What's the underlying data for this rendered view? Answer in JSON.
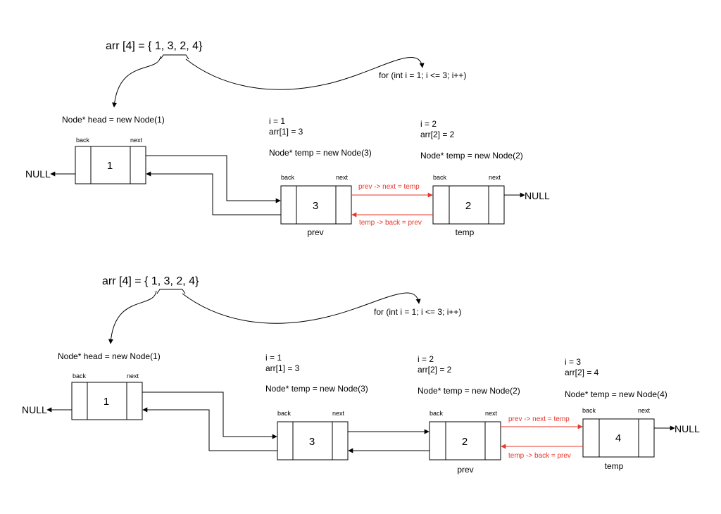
{
  "diagrams": [
    {
      "array_decl": "arr [4] = { 1, 3, 2, 4}",
      "loop_text": "for (int i = 1; i <= 3; i++)",
      "head_text": "Node* head = new Node(1)",
      "null_left": "NULL",
      "null_right": "NULL",
      "nodes": [
        {
          "value": "1",
          "back": "back",
          "next": "next",
          "caption": ""
        },
        {
          "value": "3",
          "back": "back",
          "next": "next",
          "caption": "prev"
        },
        {
          "value": "2",
          "back": "back",
          "next": "next",
          "caption": "temp"
        }
      ],
      "steps": [
        {
          "i": "i = 1",
          "arr": "arr[1] = 3",
          "temp": "Node* temp = new Node(3)"
        },
        {
          "i": "i = 2",
          "arr": "arr[2] = 2",
          "temp": "Node* temp = new Node(2)"
        }
      ],
      "red_next": "prev -> next = temp",
      "red_back": "temp -> back = prev"
    },
    {
      "array_decl": "arr [4] = { 1, 3, 2, 4}",
      "loop_text": "for (int i = 1; i <= 3; i++)",
      "head_text": "Node* head = new Node(1)",
      "null_left": "NULL",
      "null_right": "NULL",
      "nodes": [
        {
          "value": "1",
          "back": "back",
          "next": "next",
          "caption": ""
        },
        {
          "value": "3",
          "back": "back",
          "next": "next",
          "caption": ""
        },
        {
          "value": "2",
          "back": "back",
          "next": "next",
          "caption": "prev"
        },
        {
          "value": "4",
          "back": "back",
          "next": "next",
          "caption": "temp"
        }
      ],
      "steps": [
        {
          "i": "i = 1",
          "arr": "arr[1] = 3",
          "temp": "Node* temp = new Node(3)"
        },
        {
          "i": "i = 2",
          "arr": "arr[2] = 2",
          "temp": "Node* temp = new Node(2)"
        },
        {
          "i": "i = 3",
          "arr": "arr[2] = 4",
          "temp": "Node* temp = new Node(4)"
        }
      ],
      "red_next": "prev -> next = temp",
      "red_back": "temp -> back = prev"
    }
  ],
  "colors": {
    "accent_red": "#e8372b",
    "line": "#000000",
    "background": "#ffffff"
  }
}
